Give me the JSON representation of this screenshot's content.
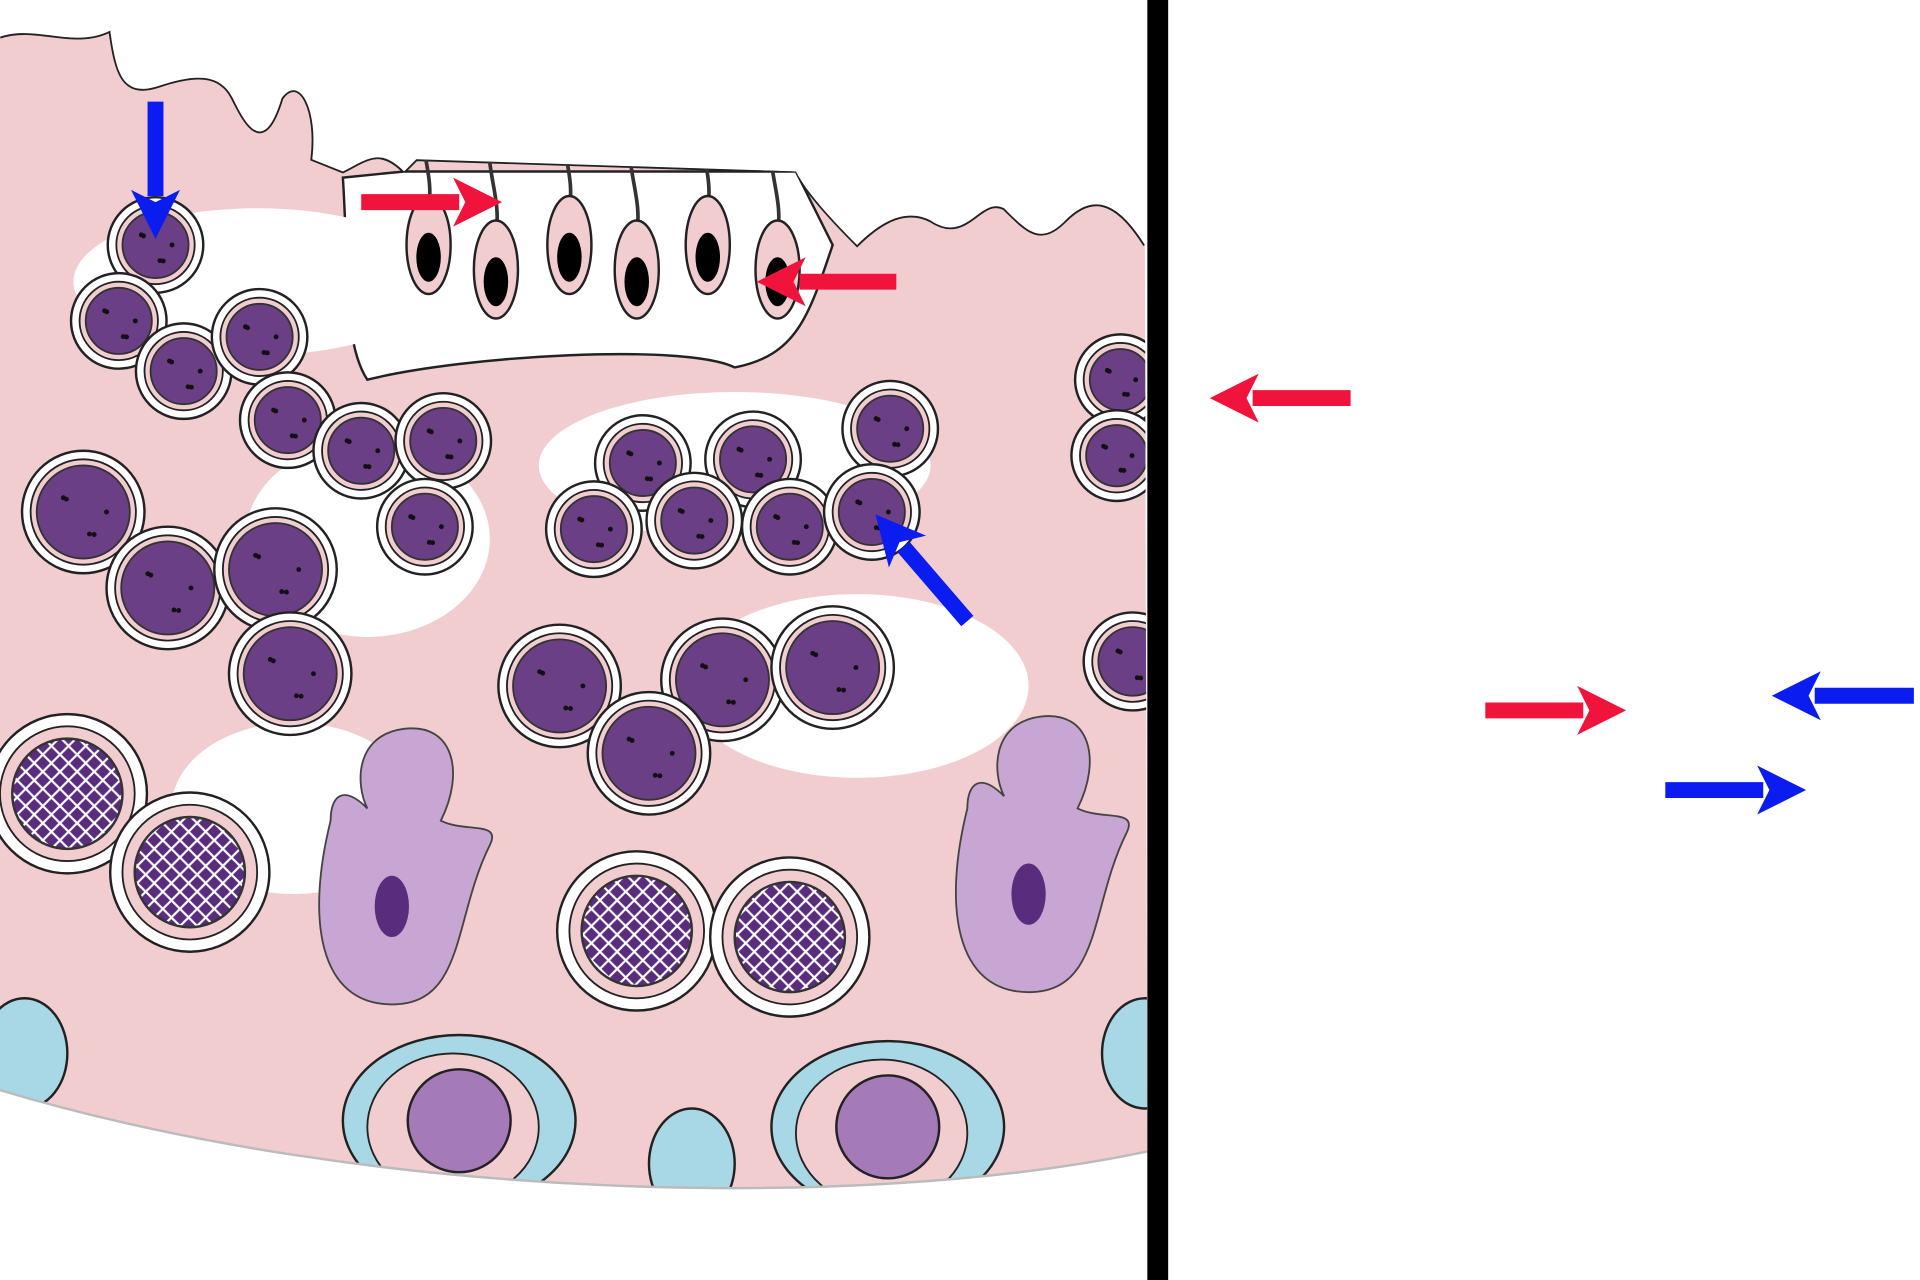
{
  "diagram": {
    "colors": {
      "tissue": "#f2cdd0",
      "cell_purple": "#6b3f86",
      "macrophage": "#c7a6d3",
      "basal_blue": "#a8d8e6",
      "divider": "#000000",
      "arrow_red": "#f0143c",
      "arrow_blue": "#0a1cf0"
    },
    "arrows": [
      {
        "color": "red",
        "direction": "right"
      },
      {
        "color": "red",
        "direction": "left"
      },
      {
        "color": "red",
        "direction": "left"
      },
      {
        "color": "red",
        "direction": "right"
      },
      {
        "color": "blue",
        "direction": "down"
      },
      {
        "color": "blue",
        "direction": "up-left"
      },
      {
        "color": "blue",
        "direction": "left"
      },
      {
        "color": "blue",
        "direction": "right"
      }
    ]
  }
}
